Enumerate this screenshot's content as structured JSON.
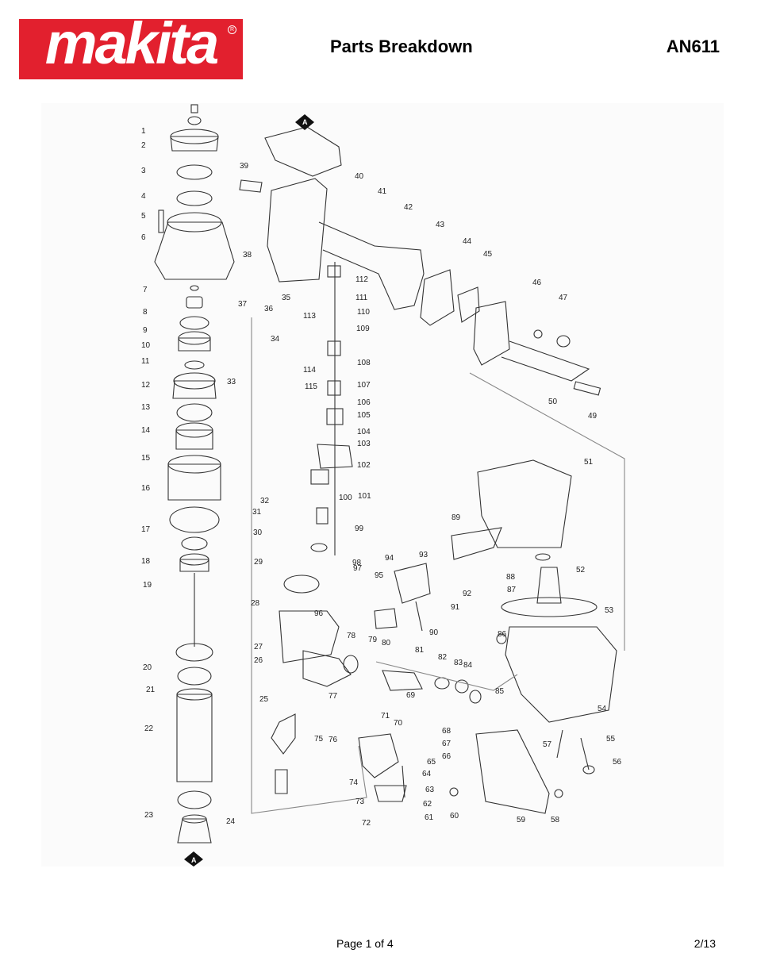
{
  "header": {
    "logo_text": "makita",
    "title": "Parts Breakdown",
    "model": "AN611"
  },
  "diagram": {
    "callouts": [
      "1",
      "2",
      "3",
      "4",
      "5",
      "6",
      "7",
      "8",
      "9",
      "10",
      "11",
      "12",
      "13",
      "14",
      "15",
      "16",
      "17",
      "18",
      "19",
      "20",
      "21",
      "22",
      "23",
      "24",
      "25",
      "26",
      "27",
      "28",
      "29",
      "30",
      "31",
      "32",
      "33",
      "34",
      "35",
      "36",
      "37",
      "38",
      "39",
      "40",
      "41",
      "42",
      "43",
      "44",
      "45",
      "46",
      "47",
      "49",
      "50",
      "51",
      "52",
      "53",
      "54",
      "55",
      "56",
      "57",
      "58",
      "59",
      "60",
      "61",
      "62",
      "63",
      "64",
      "65",
      "66",
      "67",
      "68",
      "69",
      "70",
      "71",
      "72",
      "73",
      "74",
      "75",
      "76",
      "77",
      "78",
      "79",
      "80",
      "81",
      "82",
      "83",
      "84",
      "85",
      "86",
      "87",
      "88",
      "89",
      "90",
      "91",
      "92",
      "93",
      "94",
      "95",
      "96",
      "97",
      "98",
      "99",
      "100",
      "101",
      "102",
      "103",
      "104",
      "105",
      "106",
      "107",
      "108",
      "109",
      "110",
      "111",
      "112",
      "113",
      "114",
      "115"
    ],
    "reference_marker": "A"
  },
  "footer": {
    "page": "Page 1 of 4",
    "date": "2/13"
  }
}
